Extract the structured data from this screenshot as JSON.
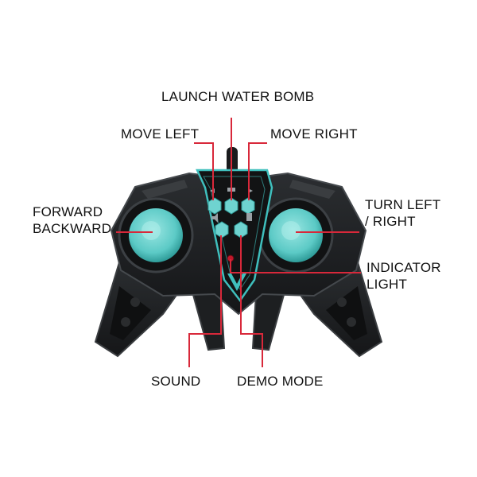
{
  "labels": {
    "launch_water_bomb": "LAUNCH WATER BOMB",
    "move_left": "MOVE LEFT",
    "move_right": "MOVE RIGHT",
    "forward_line1": "FORWARD",
    "forward_line2": "BACKWARD",
    "turn_line1": "TURN LEFT",
    "turn_line2": "/ RIGHT",
    "indicator_line1": "INDICATOR",
    "indicator_line2": "LIGHT",
    "sound": "SOUND",
    "demo_mode": "DEMO MODE"
  },
  "colors": {
    "body": "#1c1e20",
    "body_edge": "#3a3d40",
    "accent": "#3fbfbd",
    "joystick": "#6fd3d0",
    "leader_line": "#d8283a",
    "indicator_led": "#c0182a"
  }
}
